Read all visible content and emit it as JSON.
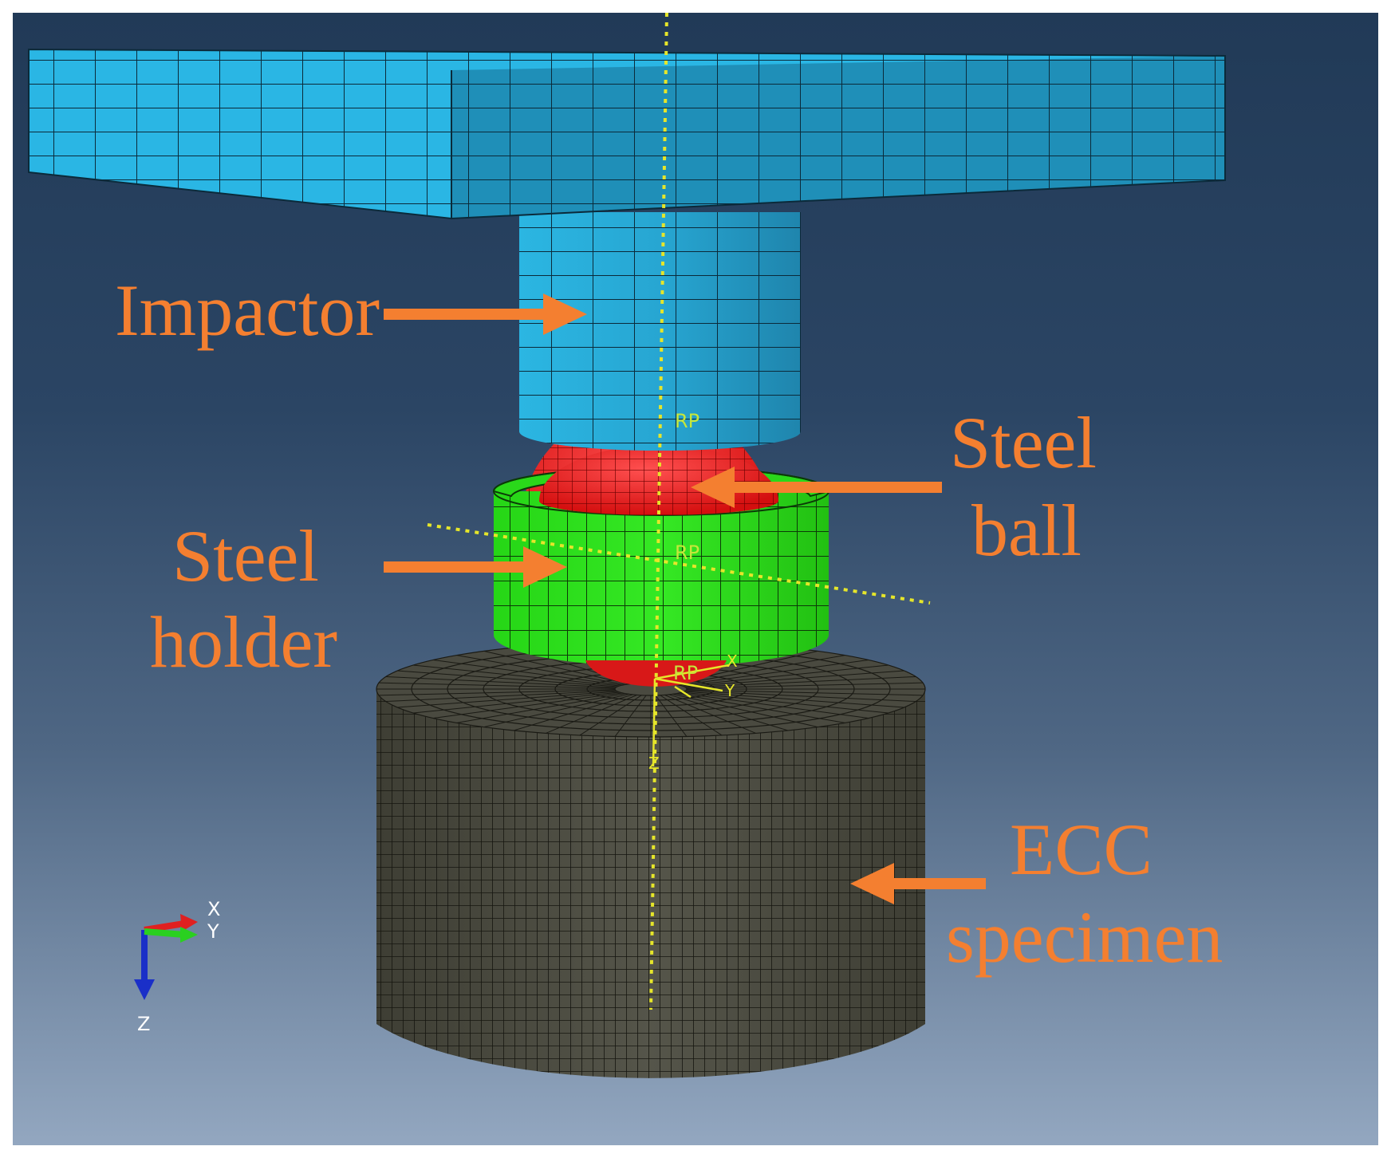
{
  "labels": {
    "impactor": "Impactor",
    "steel_ball_line1": "Steel",
    "steel_ball_line2": "ball",
    "steel_holder_line1": "Steel",
    "steel_holder_line2": "holder",
    "ecc_line1": "ECC",
    "ecc_line2": "specimen"
  },
  "reference_points": {
    "rp_impactor": "RP",
    "rp_holder": "RP",
    "rp_ball": "RP",
    "local_x": "X",
    "local_y": "Y",
    "local_z": "Z"
  },
  "triad": {
    "x": "X",
    "y": "Y",
    "z": "Z"
  },
  "colors": {
    "impactor": "#2db4e0",
    "steel_ball": "#f52020",
    "steel_holder": "#2ee21e",
    "ecc_specimen": "#4a4a3e",
    "callout": "#f47f30",
    "axis": "#e6e62a"
  }
}
